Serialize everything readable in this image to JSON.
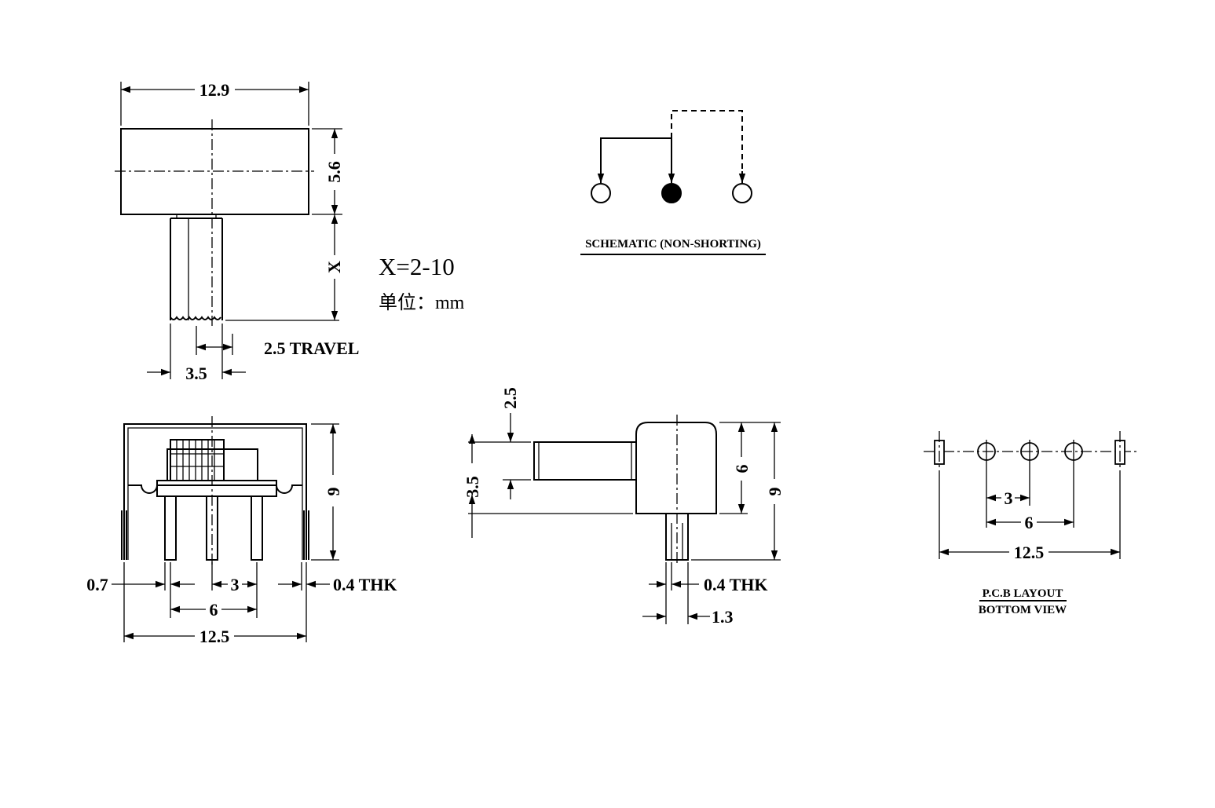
{
  "top_view": {
    "width_dim": "12.9",
    "body_height_dim": "5.6",
    "actuator_length_dim": "X",
    "actuator_width_dim": "3.5",
    "travel_dim": "2.5 TRAVEL"
  },
  "notes": {
    "x_range": "X=2-10",
    "unit": "单位：mm"
  },
  "schematic": {
    "caption": "SCHEMATIC (NON-SHORTING)"
  },
  "front_view": {
    "height_dim": "9",
    "pin_width_dim": "0.7",
    "pitch_dim": "3",
    "thickness_dim": "0.4 THK",
    "span_dim": "6",
    "overall_dim": "12.5"
  },
  "side_view": {
    "actuator_offset_dim": "2.5",
    "actuator_height_dim": "3.5",
    "body_height_dim": "6",
    "overall_height_dim": "9",
    "thickness_dim": "0.4 THK",
    "pin_offset_dim": "1.3"
  },
  "pcb_layout": {
    "pitch_dim": "3",
    "span_dim": "6",
    "overall_dim": "12.5",
    "caption_line1": "P.C.B LAYOUT",
    "caption_line2": "BOTTOM VIEW"
  }
}
